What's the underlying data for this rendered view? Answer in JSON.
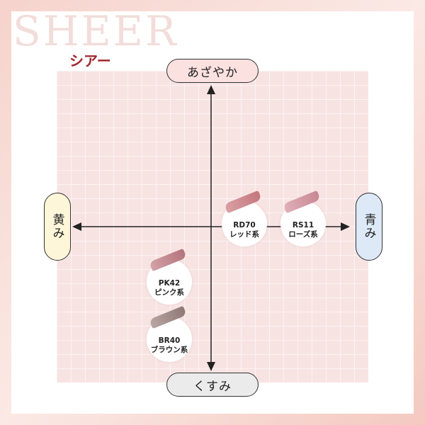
{
  "watermark": "SHEER",
  "subtitle": "シアー",
  "axes": {
    "top": "あざやか",
    "bottom": "くすみ",
    "left": "黄み",
    "right": "青み"
  },
  "swatches": [
    {
      "code": "RD70",
      "family": "レッド系",
      "color": "#c4777c"
    },
    {
      "code": "RS11",
      "family": "ローズ系",
      "color": "#c88792"
    },
    {
      "code": "PK42",
      "family": "ピンク系",
      "color": "#b4737c"
    },
    {
      "code": "BR40",
      "family": "ブラウン系",
      "color": "#8f7875"
    }
  ]
}
